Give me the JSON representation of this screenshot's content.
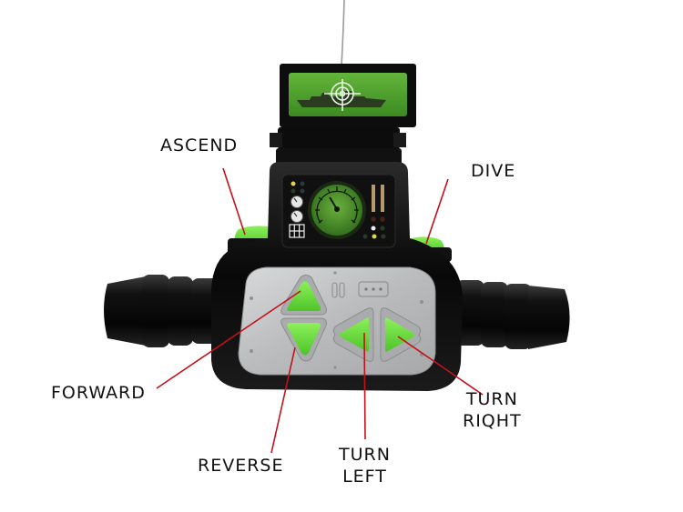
{
  "image": {
    "subject": "Toy submarine remote controller",
    "colors": {
      "body": "#0b0b0b",
      "accent_green": "#6ee03a",
      "screen_green": "#4f9a2c",
      "panel_silver": "#c3c5c6",
      "callout_red": "#c4101a",
      "label_text": "#111111"
    }
  },
  "callouts": [
    {
      "id": "ascend",
      "lines": [
        "ASCEND"
      ]
    },
    {
      "id": "dive",
      "lines": [
        "DIVE"
      ]
    },
    {
      "id": "forward",
      "lines": [
        "FORWARD"
      ]
    },
    {
      "id": "reverse",
      "lines": [
        "REVERSE"
      ]
    },
    {
      "id": "turn-left",
      "lines": [
        "TURN",
        "LEFT"
      ]
    },
    {
      "id": "turn-right",
      "lines": [
        "TURN",
        "RIQHT"
      ]
    }
  ]
}
